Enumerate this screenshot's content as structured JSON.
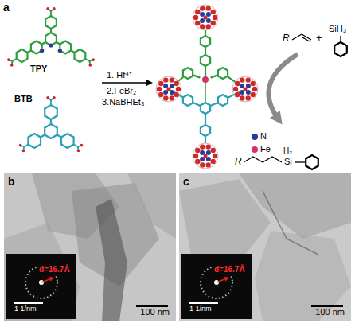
{
  "diagram": {
    "nodes": [
      {
        "text": [
          "b",
          "100 nm"
        ]
      },
      {
        "text": [
          "d=16.7Å",
          "1 1/nm"
        ],
        "in": 0
      },
      {
        "text": [
          "c",
          "100 nm"
        ]
      },
      {
        "text": [
          "d=16.7Å",
          "1 1/nm"
        ],
        "in": 2
      }
    ],
    "labels": [
      "a",
      "TPY",
      "BTB",
      "1. Hf⁴⁺",
      "2.FeBr₂",
      "3.NaBHEt₃",
      "R",
      "+",
      "SiH₃",
      "R",
      "H₂",
      "Si"
    ],
    "legend": [
      {
        "text": "N",
        "color": "#2a3a9a"
      },
      {
        "text": "Fe",
        "color": "#d8326e"
      }
    ]
  }
}
